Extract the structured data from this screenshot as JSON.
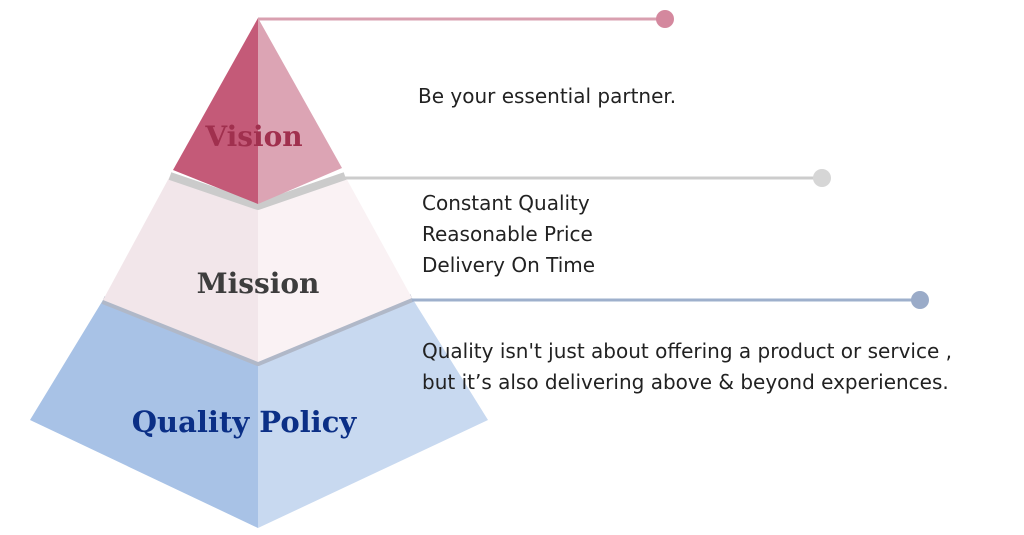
{
  "colors": {
    "vision_left": "#c45a78",
    "vision_right": "#dca4b4",
    "vision_edge": "#cbcbcb",
    "vision_text": "#a0304e",
    "vision_line": "#d9a0b0",
    "vision_dot": "#d4889e",
    "mission_left": "#f2e6ea",
    "mission_right": "#faf2f4",
    "mission_edge": "#b0b8c8",
    "mission_text": "#3d3d3d",
    "mission_line": "#cccccc",
    "mission_dot": "#d6d6d6",
    "policy_left": "#a8c2e6",
    "policy_right": "#c8d9f0",
    "policy_text": "#0b2f86",
    "policy_line": "#9eb0cc",
    "policy_dot": "#9aabc8"
  },
  "tiers": {
    "vision": {
      "title": "Vision",
      "lines": [
        "Be your essential partner."
      ]
    },
    "mission": {
      "title": "Mission",
      "lines": [
        "Constant Quality",
        "Reasonable Price",
        "Delivery On Time"
      ]
    },
    "policy": {
      "title": "Quality Policy",
      "lines": [
        "Quality isn't just about offering a product or service ,",
        "but it’s also delivering  above & beyond experiences."
      ]
    }
  }
}
